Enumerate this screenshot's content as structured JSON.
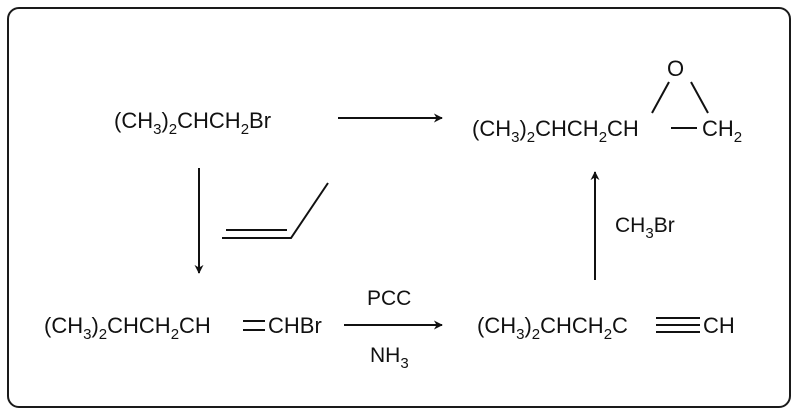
{
  "compounds": {
    "start": {
      "p1": "(CH",
      "s1": "3",
      "p2": ")",
      "s2": "2",
      "p3": "CHCH",
      "s3": "2",
      "p4": "Br"
    },
    "vinyl": {
      "p1": "(CH",
      "s1": "3",
      "p2": ")",
      "s2": "2",
      "p3": "CHCH",
      "s3": "2",
      "p4": "CH",
      "p5": "CHBr"
    },
    "alkyne": {
      "p1": "(CH",
      "s1": "3",
      "p2": ")",
      "s2": "2",
      "p3": "CHCH",
      "s3": "2",
      "p4": "C",
      "p5": "CH"
    },
    "epoxide": {
      "p1": "(CH",
      "s1": "3",
      "p2": ")",
      "s2": "2",
      "p3": "CHCH",
      "s3": "2",
      "p4": "CH",
      "p5": "CH",
      "s5": "2",
      "o": "O"
    }
  },
  "reagents": {
    "pcc": "PCC",
    "nh3": {
      "p1": "NH",
      "s1": "3"
    },
    "ch3br": {
      "p1": "CH",
      "s1": "3",
      "p2": "Br"
    }
  },
  "colors": {
    "ink": "#111111",
    "frame": "#1a1a1a",
    "background": "#ffffff"
  }
}
